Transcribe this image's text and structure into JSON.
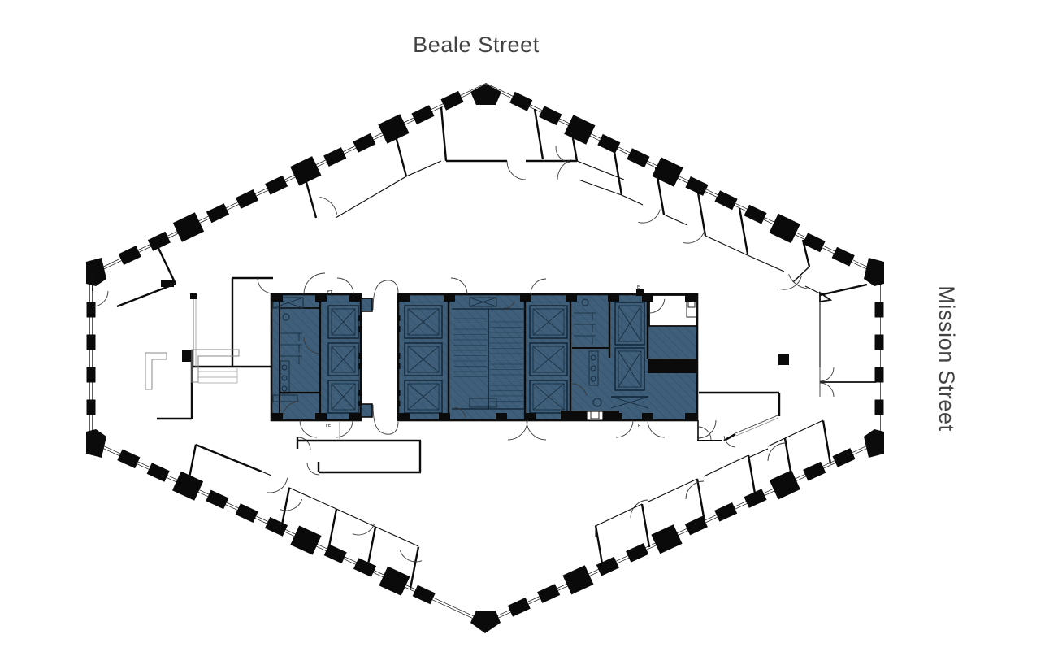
{
  "title": {
    "top_street": "Beale Street",
    "right_street": "Mission Street"
  },
  "tiny_labels": {
    "ft_top": "FT",
    "fe_bottom": "FE",
    "e_top": "E",
    "r_bottom": "R"
  },
  "colors": {
    "background": "#ffffff",
    "core_fill": "#3f5e79",
    "core_hatch": "#30506a",
    "wall_line": "#0b0b0b",
    "street_text": "#424242"
  },
  "plan": {
    "type": "architectural-floor-plan",
    "building_outline": "elongated hexagon",
    "highlighted_area": "central building core (elevators, stairs, restrooms) shaded blue"
  }
}
